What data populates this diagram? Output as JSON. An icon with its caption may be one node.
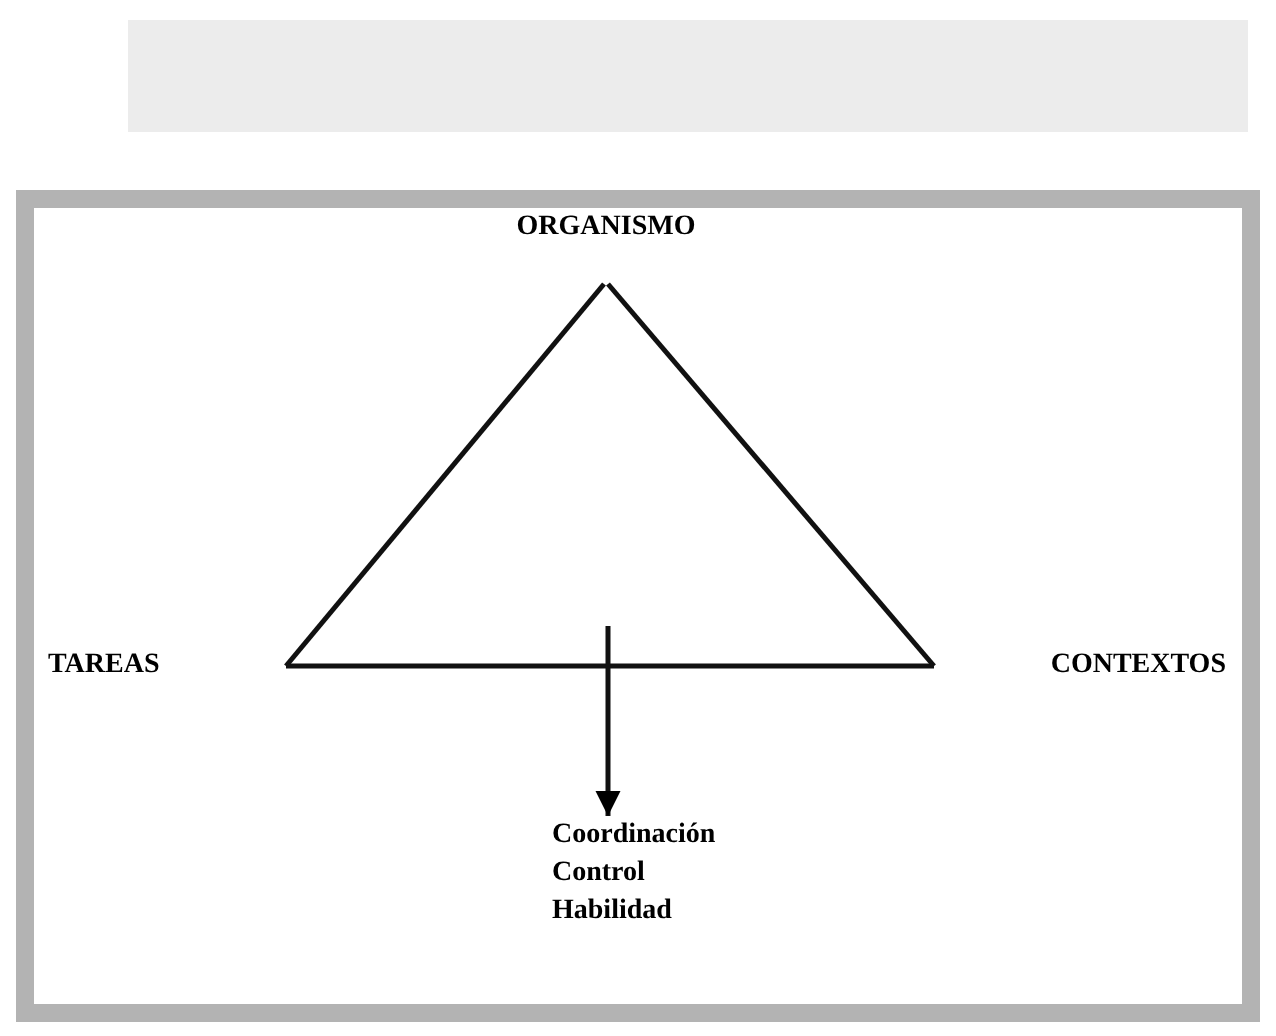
{
  "diagram": {
    "nodes": [
      {
        "text": [
          "ORGANISMO"
        ]
      },
      {
        "text": [
          "TAREAS"
        ]
      },
      {
        "text": [
          "CONTEXTOS"
        ]
      },
      {
        "text": [
          "Coordinación",
          "Control",
          "Habilidad"
        ]
      }
    ],
    "edges": [
      {
        "from": 0,
        "to": 1,
        "arrow": "none"
      },
      {
        "from": 0,
        "to": 2,
        "arrow": "none"
      },
      {
        "from": 1,
        "to": 2,
        "arrow": "none"
      },
      {
        "from": null,
        "to": 3,
        "arrow": "to"
      }
    ]
  }
}
